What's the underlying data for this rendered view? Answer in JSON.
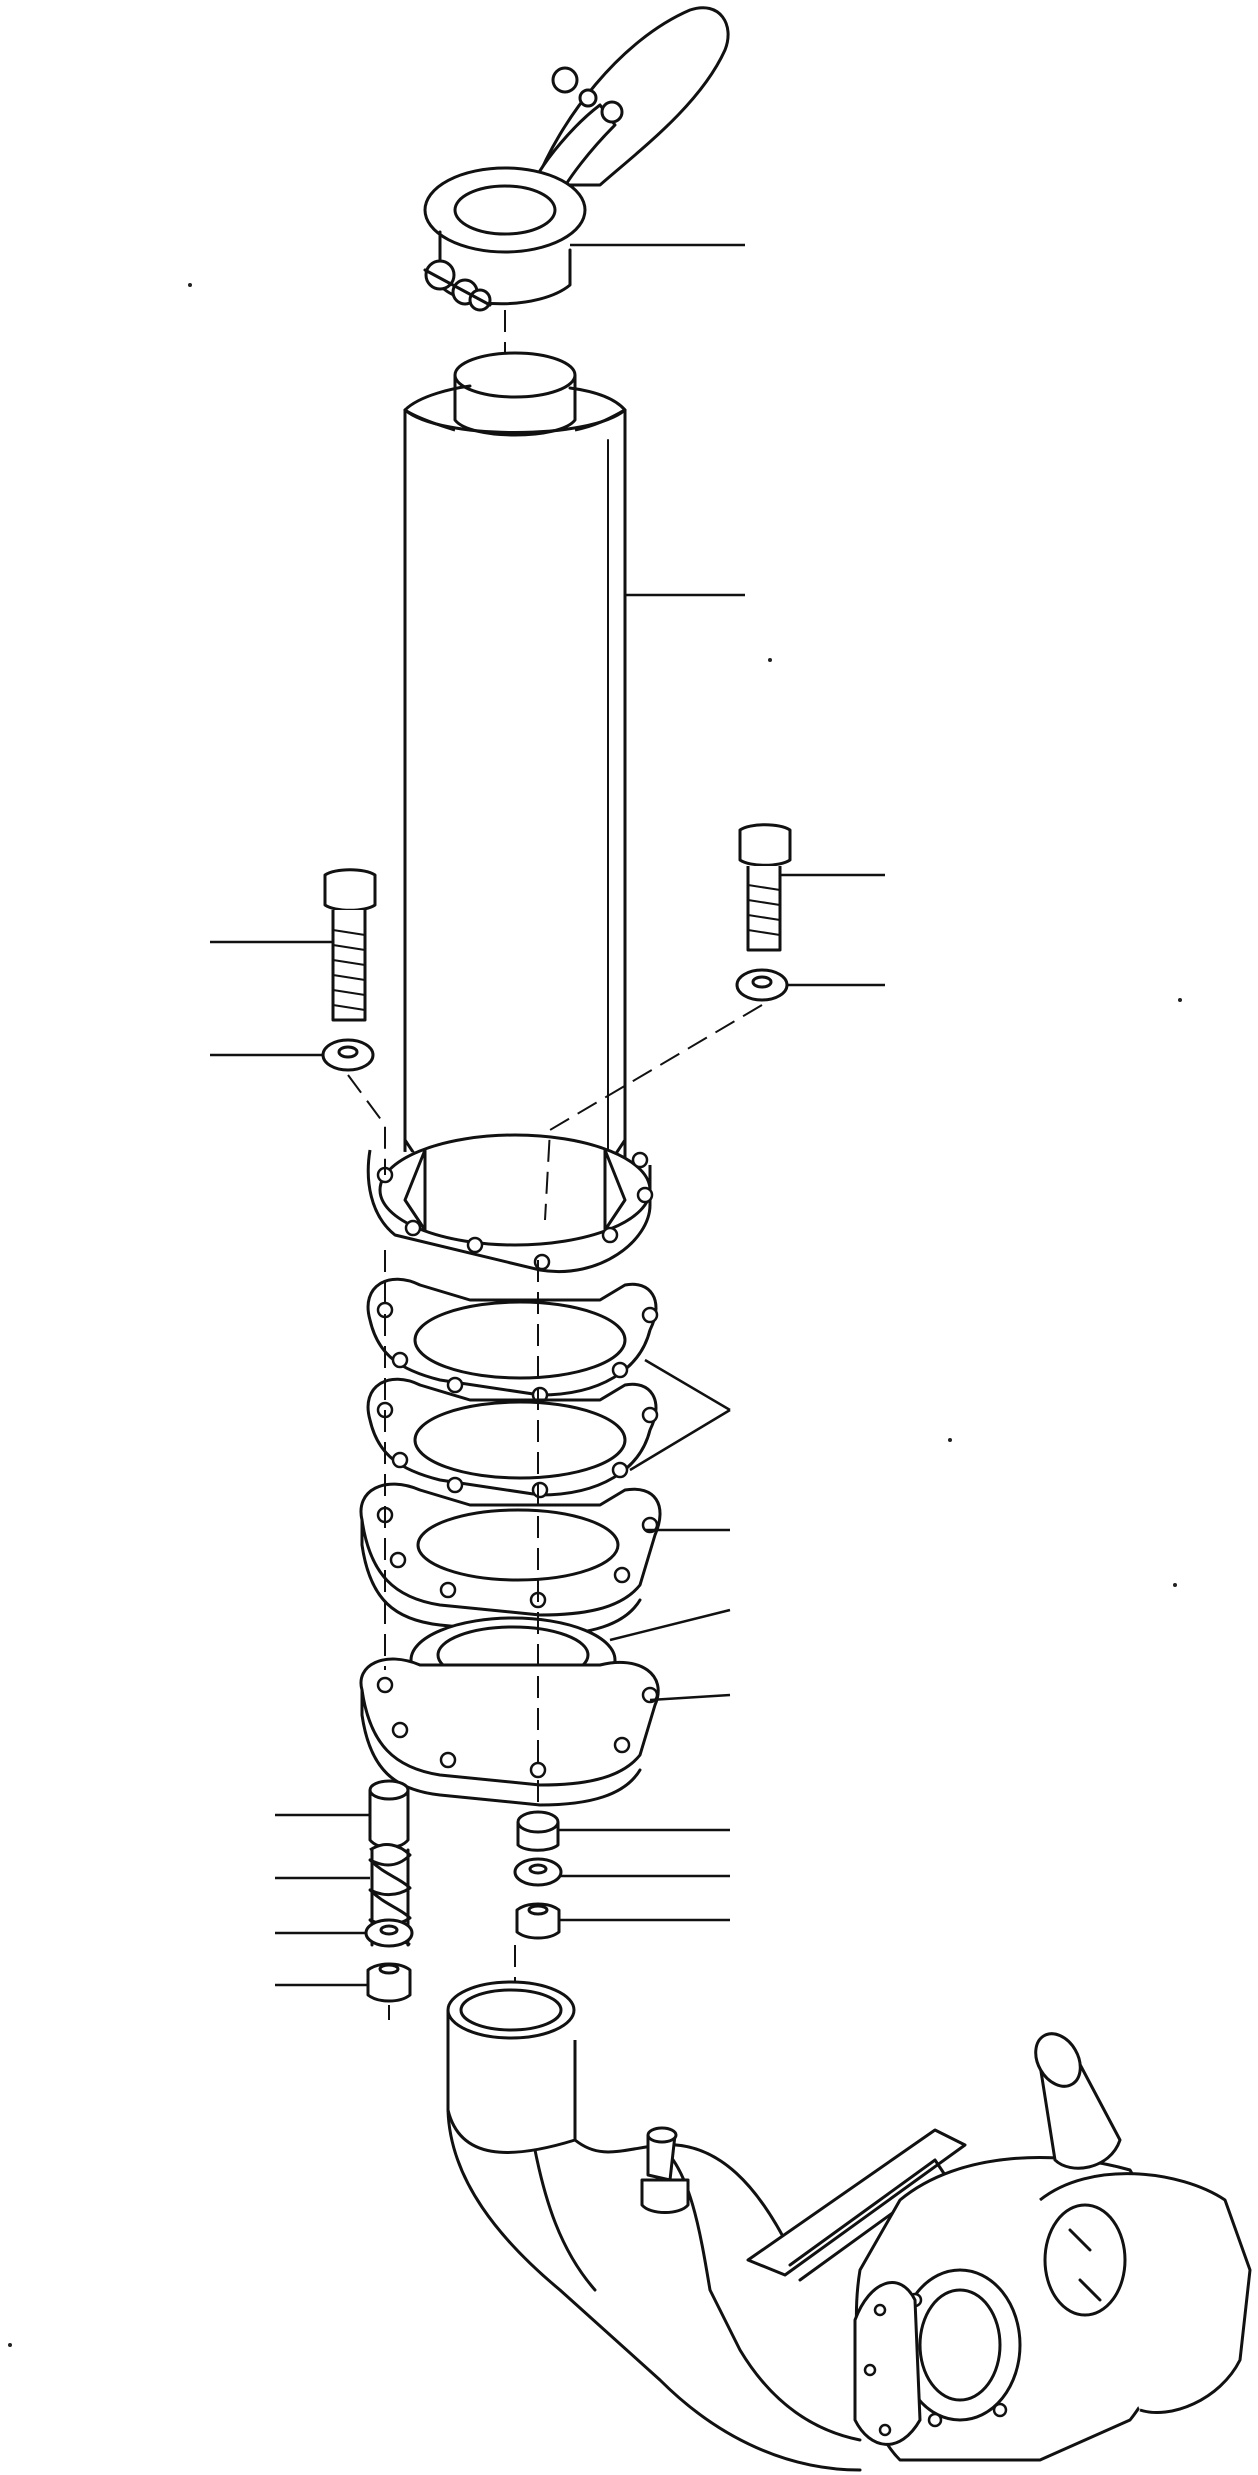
{
  "diagram": {
    "type": "exploded-parts-view",
    "parts": [
      {
        "id": "rain-cap"
      },
      {
        "id": "exhaust-pipe"
      },
      {
        "id": "bolt-right"
      },
      {
        "id": "washer-right"
      },
      {
        "id": "bolt-left"
      },
      {
        "id": "washer-left"
      },
      {
        "id": "gaskets"
      },
      {
        "id": "spacer-plate"
      },
      {
        "id": "seal-ring"
      },
      {
        "id": "elbow-flange"
      },
      {
        "id": "spacer-left"
      },
      {
        "id": "spring-left"
      },
      {
        "id": "washer-lower-left"
      },
      {
        "id": "nut-left"
      },
      {
        "id": "spacer-right"
      },
      {
        "id": "washer-lower-right"
      },
      {
        "id": "nut-right"
      },
      {
        "id": "elbow-turbocharger"
      }
    ]
  }
}
